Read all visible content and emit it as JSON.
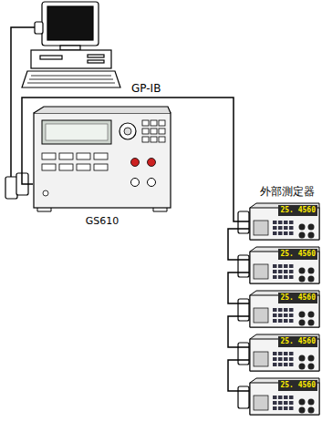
{
  "diagram": {
    "nodes": [
      {
        "text": [
          "GS610"
        ]
      },
      {
        "text": [
          "25. 4560"
        ]
      },
      {
        "text": [
          "25. 4560"
        ]
      },
      {
        "text": [
          "25. 4560"
        ]
      },
      {
        "text": [
          "25. 4560"
        ]
      },
      {
        "text": [
          "25. 4560"
        ]
      }
    ],
    "edges": [
      {
        "from": 0,
        "to": 1,
        "arrow": "none",
        "label": "GP-IB"
      },
      {
        "from": 1,
        "to": 2,
        "arrow": "none"
      },
      {
        "from": 2,
        "to": 3,
        "arrow": "none"
      },
      {
        "from": 3,
        "to": 4,
        "arrow": "none"
      },
      {
        "from": 4,
        "to": 5,
        "arrow": "none"
      }
    ],
    "labels": [
      "外部測定器"
    ]
  }
}
